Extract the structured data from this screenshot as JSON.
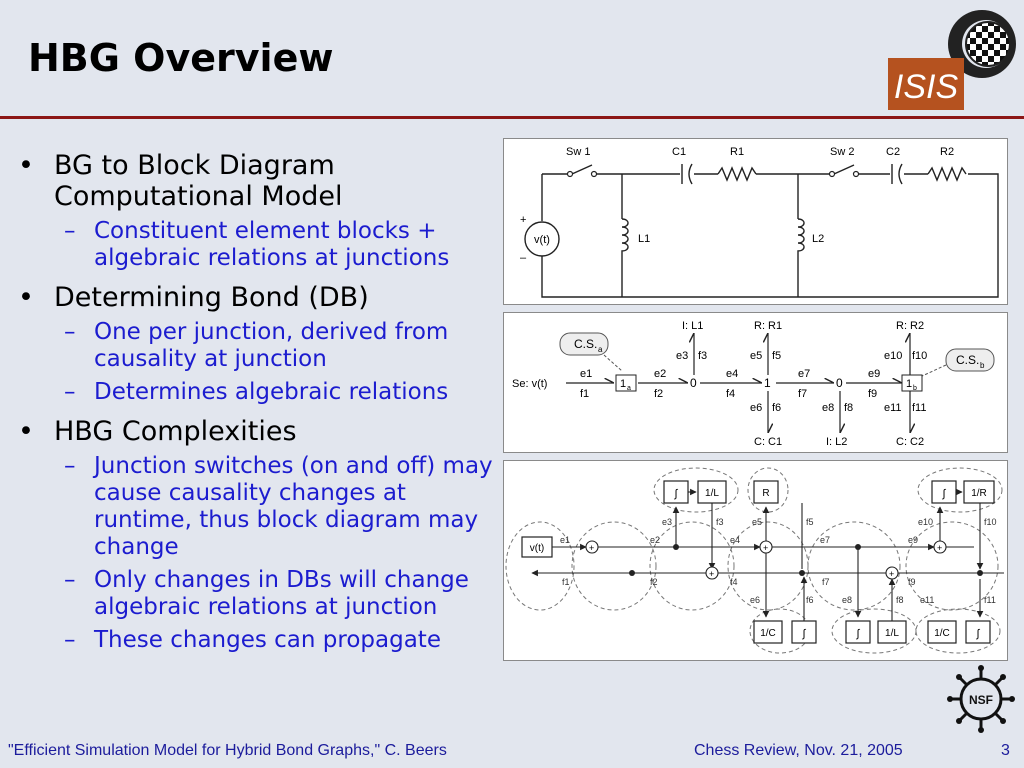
{
  "slide": {
    "title": "HBG Overview",
    "bullets": [
      {
        "text": "BG to Block Diagram Computational Model",
        "subs": [
          "Constituent element blocks + algebraic relations at junctions"
        ]
      },
      {
        "text": "Determining Bond (DB)",
        "subs": [
          "One per junction, derived from causality at junction",
          "Determines algebraic relations"
        ]
      },
      {
        "text": "HBG Complexities",
        "subs": [
          "Junction switches (on and off) may cause causality changes at runtime, thus block diagram may change",
          "Only changes in DBs will change algebraic relations at junction",
          "These changes can propagate"
        ]
      }
    ],
    "bullet_glyph": "•",
    "sub_glyph": "–"
  },
  "logos": {
    "isis_text": "ISIS",
    "nsf_text": "NSF"
  },
  "circuit": {
    "labels": {
      "sw1": "Sw 1",
      "c1": "C1",
      "r1": "R1",
      "sw2": "Sw 2",
      "c2": "C2",
      "r2": "R2",
      "l1": "L1",
      "l2": "L2",
      "source": "v(t)",
      "plus": "+",
      "minus": "–"
    }
  },
  "bond_graph": {
    "labels": {
      "csa": "C.S.",
      "csa_sub": "a",
      "csb": "C.S.",
      "csb_sub": "b",
      "se": "Se: v(t)",
      "j1a": "1",
      "j1a_sub": "a",
      "j0a": "0",
      "j1": "1",
      "j0b": "0",
      "j1b": "1",
      "j1b_sub": "b",
      "il1": "I: L1",
      "rr1": "R: R1",
      "rr2": "R: R2",
      "cc1": "C: C1",
      "il2": "I: L2",
      "cc2": "C: C2",
      "e1": "e1",
      "f1": "f1",
      "e2": "e2",
      "f2": "f2",
      "e3": "e3",
      "f3": "f3",
      "e4": "e4",
      "f4": "f4",
      "e5": "e5",
      "f5": "f5",
      "e6": "e6",
      "f6": "f6",
      "e7": "e7",
      "f7": "f7",
      "e8": "e8",
      "f8": "f8",
      "e9": "e9",
      "f9": "f9",
      "e10": "e10",
      "f10": "f10",
      "e11": "e11",
      "f11": "f11"
    }
  },
  "block_diagram": {
    "labels": {
      "vt": "v(t)",
      "int": "∫",
      "inv_l": "1/L",
      "r": "R",
      "inv_r": "1/R",
      "inv_c": "1/C",
      "plus": "+",
      "e1": "e1",
      "f1": "f1",
      "e2": "e2",
      "f2": "f2",
      "e3": "e3",
      "f3": "f3",
      "e4": "e4",
      "f4": "f4",
      "e5": "e5",
      "f5": "f5",
      "e6": "e6",
      "f6": "f6",
      "e7": "e7",
      "f7": "f7",
      "e8": "e8",
      "f8": "f8",
      "e9": "e9",
      "f9": "f9",
      "e10": "e10",
      "f10": "f10",
      "e11": "e11",
      "f11": "f11"
    }
  },
  "footer": {
    "left": "\"Efficient Simulation Model for Hybrid Bond Graphs,\" C. Beers",
    "mid": "Chess Review, Nov. 21, 2005",
    "page": "3"
  }
}
